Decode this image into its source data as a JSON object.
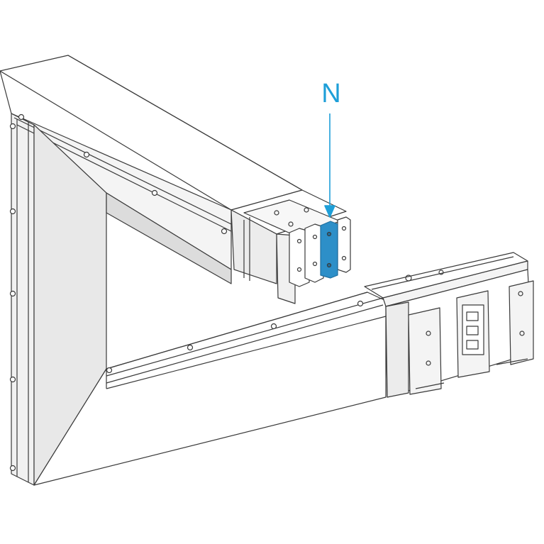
{
  "diagram": {
    "callout": {
      "label": "N",
      "color": "#1e9fd8"
    },
    "colors": {
      "outline": "#3a3a3a",
      "face_light": "#ffffff",
      "face_mid": "#f1f1f1",
      "face_dark": "#dcdcdc",
      "neutral_bar": "#2d8fc8",
      "neutral_bar_dark": "#1f6f9f"
    },
    "components": [
      "busbar-elbow-housing",
      "upper-trunking-arm",
      "lower-trunking-arm",
      "busbar-joint-block",
      "neutral-conductor-bar"
    ]
  }
}
